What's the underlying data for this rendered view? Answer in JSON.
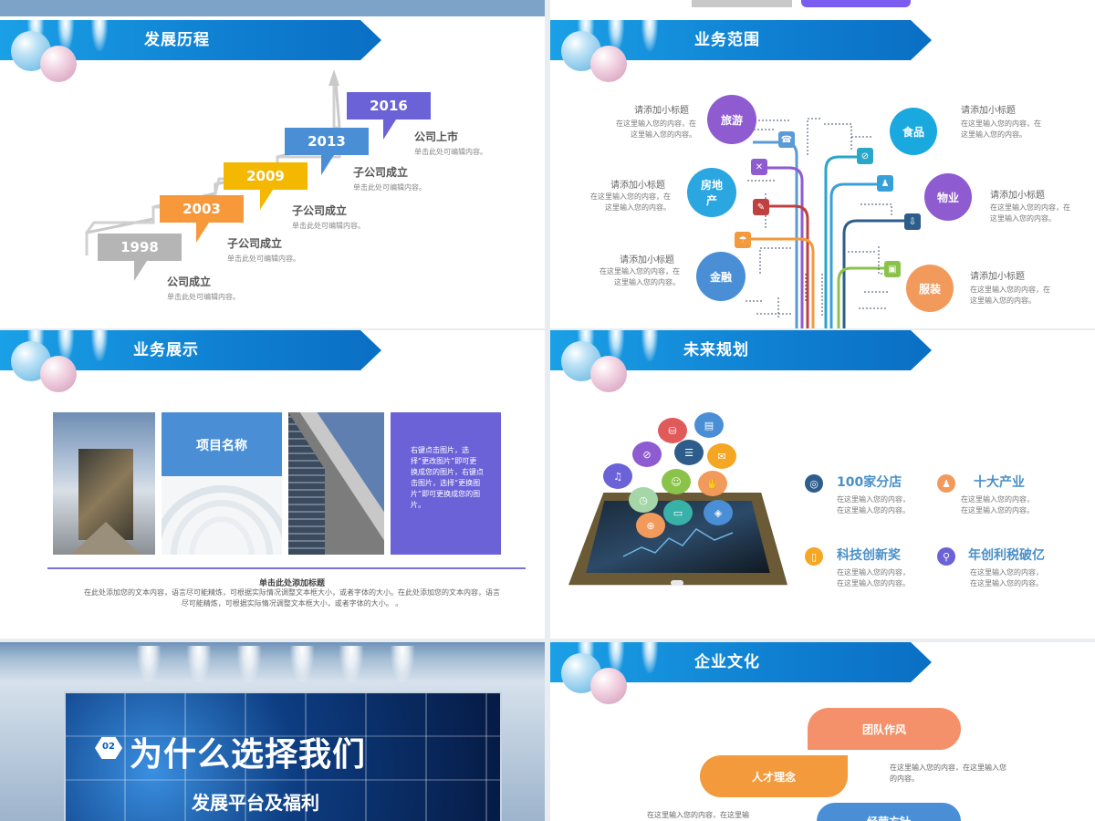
{
  "colors": {
    "banner": "#0f7fd1",
    "gray": "#b5b5b5",
    "orange": "#f7983a",
    "yellow": "#f5b800",
    "blue": "#4a8fd6",
    "purple": "#6b62d8"
  },
  "slide_timeline": {
    "title": "发展历程",
    "steps": [
      {
        "year": "1998",
        "heading": "公司成立",
        "sub": "单击此处可编辑内容。"
      },
      {
        "year": "2003",
        "heading": "子公司成立",
        "sub": "单击此处可编辑内容。"
      },
      {
        "year": "2009",
        "heading": "子公司成立",
        "sub": "单击此处可编辑内容。"
      },
      {
        "year": "2013",
        "heading": "子公司成立",
        "sub": "单击此处可编辑内容。"
      },
      {
        "year": "2016",
        "heading": "公司上市",
        "sub": "单击此处可编辑内容。"
      }
    ]
  },
  "slide_scope": {
    "title": "业务范围",
    "circles": [
      "旅游",
      "房地产",
      "金融",
      "食品",
      "物业",
      "服装"
    ],
    "heading": "请添加小标题",
    "body_line1": "在这里输入您的内容，在",
    "body_line2": "这里输入您的内容。"
  },
  "slide_showcase": {
    "title": "业务展示",
    "project_name": "项目名称",
    "side_text": "右键点击图片，选择“更改图片”即可更换成您的图片，右键点击图片，选择“更换图片”即可更换成您的图片。",
    "caption_title": "单击此处添加标题",
    "caption_body": "在此处添加您的文本内容，语言尽可能精炼，可根据实际情况调整文本框大小，或者字体的大小。在此处添加您的文本内容，语言尽可能精炼，可根据实际情况调整文本框大小，或者字体的大小。 。"
  },
  "slide_future": {
    "title": "未来规划",
    "items": [
      {
        "title": "100家分店",
        "icon": "globe-icon"
      },
      {
        "title": "十大产业",
        "icon": "people-icon"
      },
      {
        "title": "科技创新奖",
        "icon": "phone-icon"
      },
      {
        "title": "年创利税破亿",
        "icon": "cart-icon"
      }
    ],
    "body_line1": "在这里输入您的内容，",
    "body_line2": "在这里输入您的内容。"
  },
  "slide_section": {
    "number": "02",
    "title": "为什么选择我们",
    "subtitle": "发展平台及福利"
  },
  "slide_culture": {
    "title": "企业文化",
    "petals": [
      "团队作风",
      "人才理念",
      "经营方针"
    ],
    "text_right": "在这里输入您的内容，在这里输入您的内容。",
    "text_left": "在这里输入您的内容，在这里输"
  }
}
